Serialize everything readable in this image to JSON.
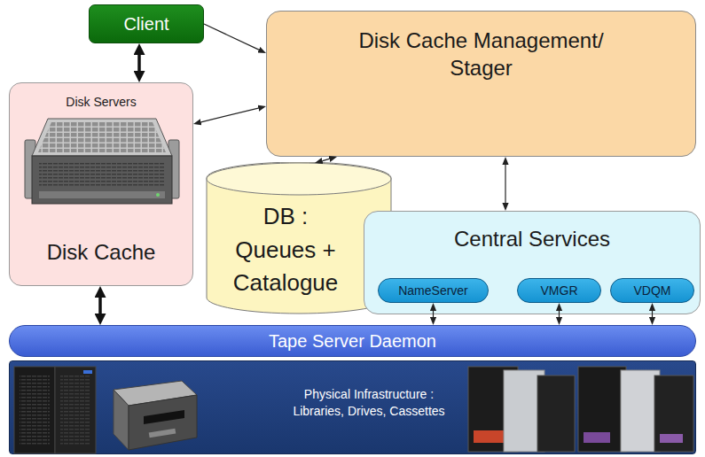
{
  "diagram": {
    "nodes": [
      {
        "text": [
          "Client"
        ]
      },
      {
        "text": [
          "Disk Cache Management/ Stager"
        ]
      },
      {
        "text": [
          "Disk Servers",
          "Disk Cache"
        ]
      },
      {
        "text": [
          "DB : Queues + Catalogue"
        ]
      },
      {
        "text": [
          "Central Services"
        ]
      },
      {
        "text": [
          "NameServer"
        ],
        "in": 4
      },
      {
        "text": [
          "VMGR"
        ],
        "in": 4
      },
      {
        "text": [
          "VDQM"
        ],
        "in": 4
      },
      {
        "text": [
          "Tape Server Daemon"
        ]
      },
      {
        "text": [
          "Physical Infrastructure : Libraries, Drives, Cassettes"
        ]
      }
    ],
    "edges": [
      {
        "from": 0,
        "to": 1,
        "arrow": "to"
      },
      {
        "from": 0,
        "to": 2,
        "arrow": "both"
      },
      {
        "from": 1,
        "to": 2,
        "arrow": "both"
      },
      {
        "from": 1,
        "to": 3,
        "arrow": "both"
      },
      {
        "from": 1,
        "to": 4,
        "arrow": "both"
      },
      {
        "from": 2,
        "to": 8,
        "arrow": "both"
      },
      {
        "from": 5,
        "to": 8,
        "arrow": "both"
      },
      {
        "from": 6,
        "to": 8,
        "arrow": "both"
      },
      {
        "from": 7,
        "to": 8,
        "arrow": "both"
      }
    ]
  }
}
